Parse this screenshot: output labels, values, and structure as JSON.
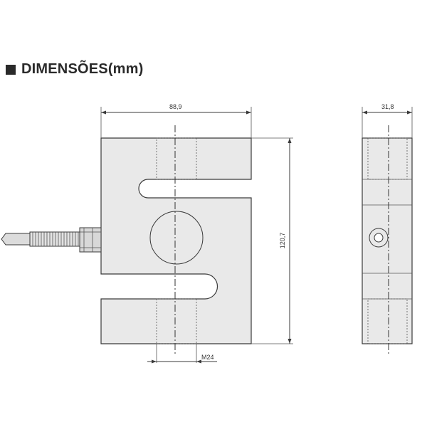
{
  "heading": {
    "title": "DIMENSÕES(mm)",
    "marker_icon": "square-bullet-icon"
  },
  "dimensions": {
    "front_width": "88,9",
    "front_height": "120,7",
    "thread": "M24",
    "side_width": "31,8"
  },
  "colors": {
    "body_fill": "#e9e9e9",
    "line": "#3a3a3a",
    "text": "#2a2a2a"
  }
}
